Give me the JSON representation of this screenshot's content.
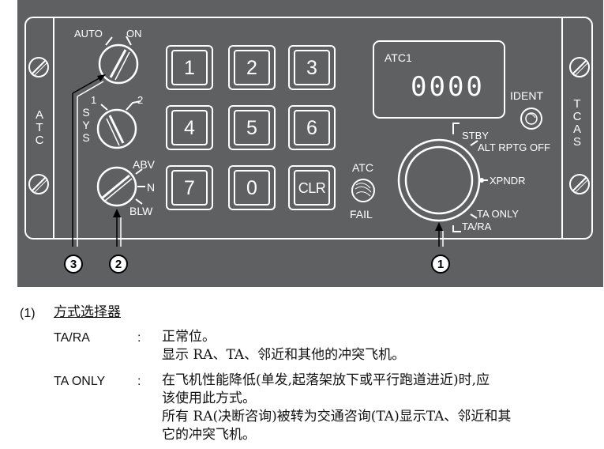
{
  "panel": {
    "left_label": "ATC",
    "right_label": "TCAS",
    "sel_auto": "AUTO",
    "sel_on": "ON",
    "sys_1": "1",
    "sys_2": "2",
    "sys_label": "SYS",
    "abv": "ABV",
    "n": "N",
    "blw": "BLW",
    "keys": [
      "1",
      "2",
      "3",
      "4",
      "5",
      "6",
      "7",
      "0",
      "CLR"
    ],
    "display_title": "ATC1",
    "display_code": "0000",
    "ident": "IDENT",
    "atc_fail_top": "ATC",
    "atc_fail_bottom": "FAIL",
    "mode_stby": "STBY",
    "mode_alt_off": "ALT RPTG OFF",
    "mode_xpndr": "XPNDR",
    "mode_ta_only": "TA ONLY",
    "mode_ta_ra": "TA/RA"
  },
  "callouts": [
    "3",
    "2",
    "1"
  ],
  "notes": {
    "heading_num": "(1)",
    "heading": "方式选择器",
    "items": [
      {
        "term": "TA/RA",
        "colon": ":",
        "lines": [
          "正常位。",
          "显示 RA、TA、邻近和其他的冲突飞机。"
        ]
      },
      {
        "term": "TA ONLY",
        "colon": ":",
        "lines": [
          "在飞机性能降低(单发,起落架放下或平行跑道进近)时,应",
          "该使用此方式。",
          "所有 RA(决断咨询)被转为交通咨询(TA)显示TA、邻近和其",
          "它的冲突飞机。"
        ]
      }
    ]
  }
}
